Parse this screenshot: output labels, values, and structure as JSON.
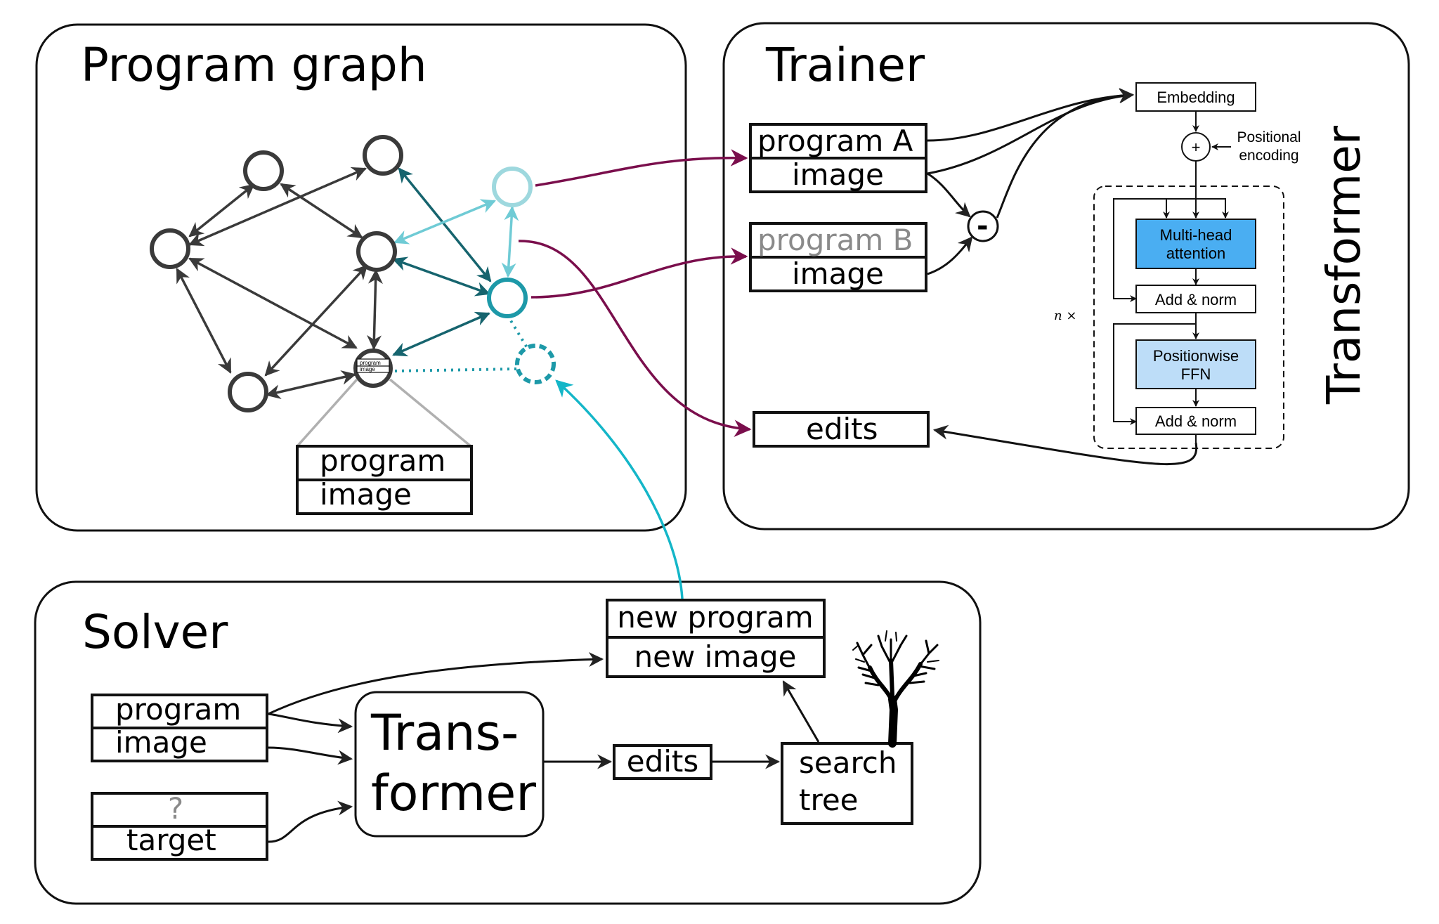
{
  "panels": {
    "program_graph": {
      "title": "Program graph"
    },
    "trainer": {
      "title": "Trainer"
    },
    "solver": {
      "title": "Solver"
    }
  },
  "graph": {
    "node_record": {
      "line1": "program",
      "line2": "image"
    },
    "mini_record": {
      "line1": "program",
      "line2": "image"
    }
  },
  "trainer": {
    "record_a": {
      "line1": "program A",
      "line2": "image"
    },
    "record_b": {
      "line1": "program B",
      "line2": "image"
    },
    "edits": "edits",
    "minus": "-"
  },
  "transformer": {
    "label": "Transformer",
    "embedding": "Embedding",
    "plus": "+",
    "positional_1": "Positional",
    "positional_2": "encoding",
    "mha_1": "Multi-head",
    "mha_2": "attention",
    "addnorm_1": "Add & norm",
    "ffn_1": "Positionwise",
    "ffn_2": "FFN",
    "addnorm_2": "Add & norm",
    "repeat": "n ×",
    "colors": {
      "mha": "#4AAEF2",
      "ffn": "#BDDDF8"
    }
  },
  "solver": {
    "record_in": {
      "line1": "program",
      "line2": "image"
    },
    "record_target": {
      "line1": "?",
      "line2": "target"
    },
    "transformer_1": "Trans-",
    "transformer_2": "former",
    "edits": "edits",
    "search_1": "search",
    "search_2": "tree",
    "new_record": {
      "line1": "new program",
      "line2": "new image"
    }
  },
  "colors": {
    "purple": "#7A0E4C",
    "teal_dark": "#16646E",
    "teal": "#1D99A8",
    "teal_light": "#6FCBD5",
    "cyan": "#14B6C8"
  }
}
